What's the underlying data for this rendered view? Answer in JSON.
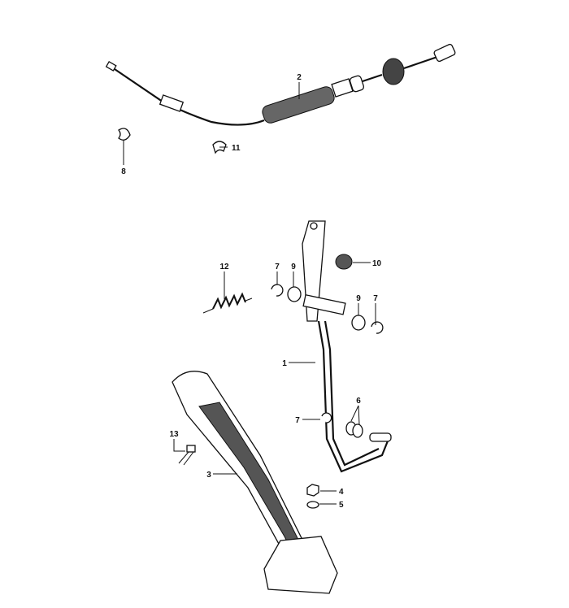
{
  "diagram": {
    "callouts": [
      {
        "id": "cable",
        "label": "2"
      },
      {
        "id": "clip-left",
        "label": "8"
      },
      {
        "id": "clip-center",
        "label": "11"
      },
      {
        "id": "spring",
        "label": "12"
      },
      {
        "id": "circlip-upper-left",
        "label": "7"
      },
      {
        "id": "bushing-upper-left",
        "label": "9"
      },
      {
        "id": "stop-buffer",
        "label": "10"
      },
      {
        "id": "bushing-upper-right",
        "label": "9"
      },
      {
        "id": "circlip-upper-right",
        "label": "7"
      },
      {
        "id": "pedal-lever",
        "label": "1"
      },
      {
        "id": "washers",
        "label": "6"
      },
      {
        "id": "circlip-lower",
        "label": "7"
      },
      {
        "id": "bolt",
        "label": "13"
      },
      {
        "id": "pedal",
        "label": "3"
      },
      {
        "id": "nut",
        "label": "4"
      },
      {
        "id": "washer",
        "label": "5"
      }
    ]
  }
}
